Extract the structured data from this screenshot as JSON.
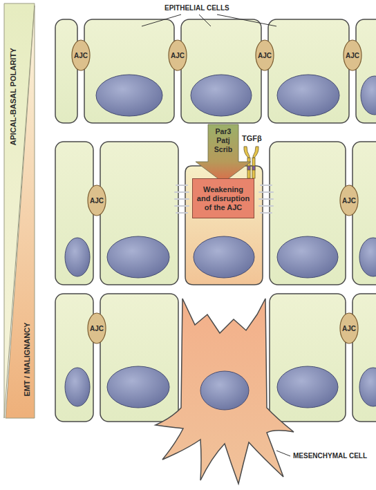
{
  "diagram": {
    "nodes": [
      {
        "text": [
          "APICAL-BASAL POLARITY"
        ]
      },
      {
        "text": [
          "EMT / MALIGNANCY"
        ]
      },
      {
        "text": [
          "AJC"
        ]
      },
      {
        "text": [
          "AJC"
        ]
      },
      {
        "text": [
          "AJC"
        ]
      },
      {
        "text": [
          "AJC"
        ]
      },
      {
        "text": [
          "Par3 Patj Scrib"
        ]
      },
      {
        "text": [
          "AJC"
        ]
      },
      {
        "text": [
          "Weakening and disruption of the AJC"
        ]
      },
      {
        "text": [
          "AJC"
        ]
      },
      {
        "text": [
          "AJC"
        ]
      },
      {
        "text": [
          "AJC"
        ]
      }
    ],
    "labels": [
      "EPITHELIAL CELLS",
      "TGFβ",
      "MESENCHYMAL CELL"
    ]
  }
}
